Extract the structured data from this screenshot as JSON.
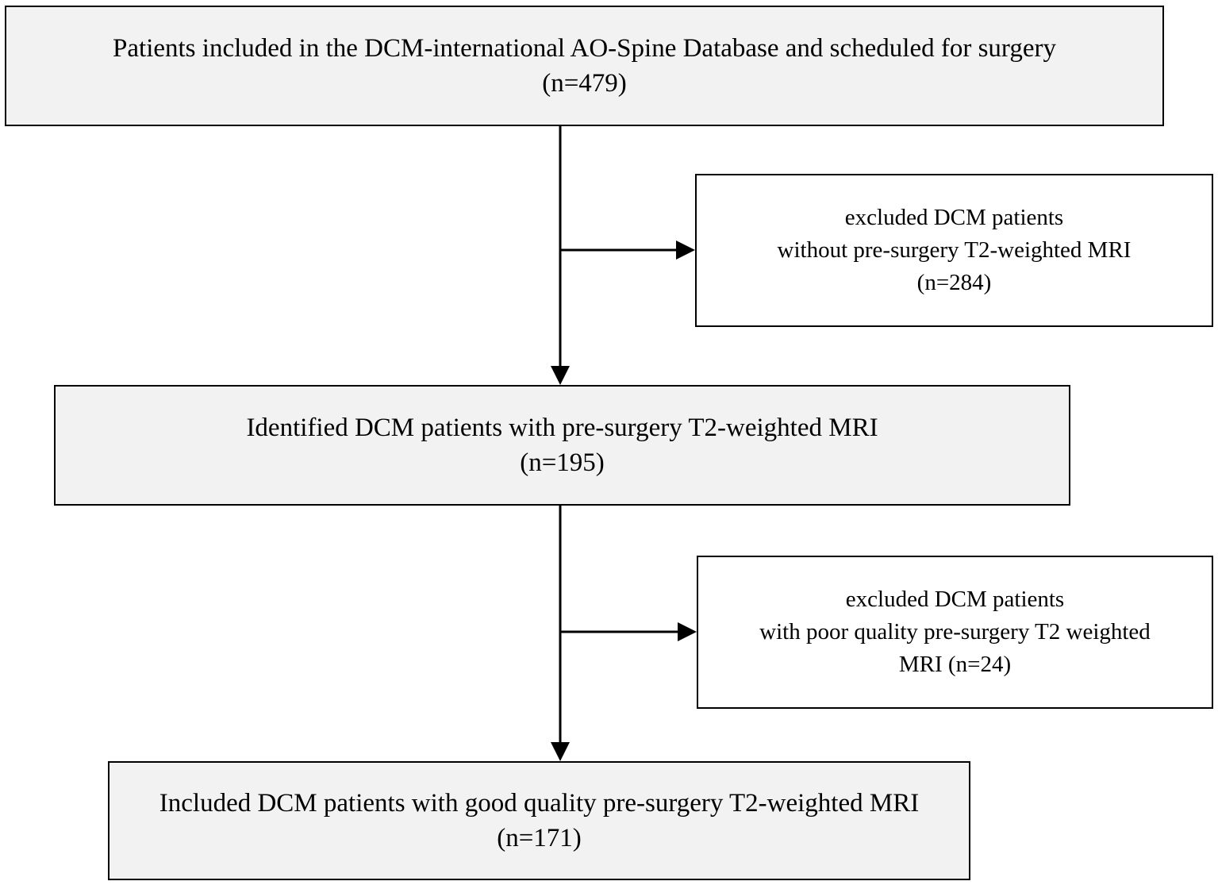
{
  "flowchart": {
    "top_box": {
      "line1": "Patients included in the DCM-international AO-Spine Database and scheduled for surgery",
      "line2": "(n=479)"
    },
    "exclusion_1": {
      "line1": "excluded DCM patients",
      "line2": "without pre-surgery T2-weighted MRI",
      "line3": "(n=284)"
    },
    "middle_box": {
      "line1": "Identified DCM patients with pre-surgery T2-weighted MRI",
      "line2": "(n=195)"
    },
    "exclusion_2": {
      "line1": "excluded DCM patients",
      "line2": "with poor quality pre-surgery T2 weighted",
      "line3": "MRI (n=24)"
    },
    "bottom_box": {
      "line1": "Included DCM patients with good quality pre-surgery T2-weighted MRI",
      "line2": "(n=171)"
    }
  },
  "colors": {
    "main_box_fill": "#f2f2f2",
    "side_box_fill": "#ffffff",
    "stroke": "#000000"
  }
}
